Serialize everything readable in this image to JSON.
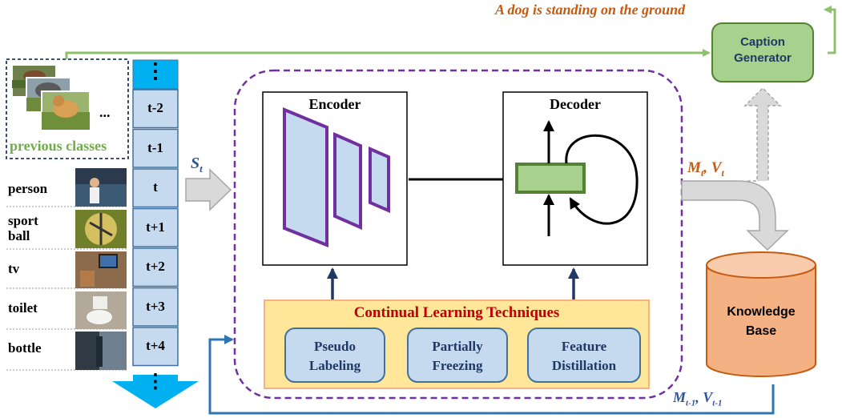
{
  "caption_text": "A dog is standing on the ground",
  "caption_generator": {
    "line1": "Caption",
    "line2": "Generator"
  },
  "previous_classes": {
    "ellipsis": "...",
    "label": "previous classes"
  },
  "classes": [
    {
      "name": "person"
    },
    {
      "name": "sport\nball"
    },
    {
      "name": "tv"
    },
    {
      "name": "toilet"
    },
    {
      "name": "bottle"
    }
  ],
  "timeline": {
    "top_dots": "⋮",
    "bottom_dots": "⋮",
    "steps": [
      "t-2",
      "t-1",
      "t",
      "t+1",
      "t+2",
      "t+3",
      "t+4"
    ]
  },
  "s_t": {
    "base": "S",
    "sub": "t"
  },
  "encoder": {
    "title": "Encoder"
  },
  "decoder": {
    "title": "Decoder"
  },
  "continual_learning": {
    "title": "Continual Learning Techniques",
    "techniques": [
      {
        "line1": "Pseudo",
        "line2": "Labeling"
      },
      {
        "line1": "Partially",
        "line2": "Freezing"
      },
      {
        "line1": "Feature",
        "line2": "Distillation"
      }
    ]
  },
  "current_output": {
    "m": "M",
    "v": "V",
    "sub": "t",
    "sep": ", "
  },
  "previous_output": {
    "m": "M",
    "v": "V",
    "sub": "t-1",
    "sep": ", "
  },
  "knowledge_base": {
    "line1": "Knowledge",
    "line2": "Base"
  },
  "colors": {
    "green_line": "#8fc16b",
    "green_fill": "#a9d18e",
    "green_border": "#548235",
    "purple": "#7030a0",
    "blue_fill": "#c5d9ef",
    "blue_border": "#41719c",
    "navy": "#1f3864",
    "blue_arrow": "#2e75b6",
    "timeline_blue": "#00b0f0",
    "yellow_fill": "#ffe699",
    "yellow_border": "#f4b183",
    "red_text": "#c00000",
    "orange_text": "#c55a11",
    "kb_fill": "#f4b183",
    "kb_border": "#c55a11",
    "gray_fill": "#d9d9d9",
    "gray_border": "#a6a6a6",
    "blue_label": "#2f5597"
  }
}
